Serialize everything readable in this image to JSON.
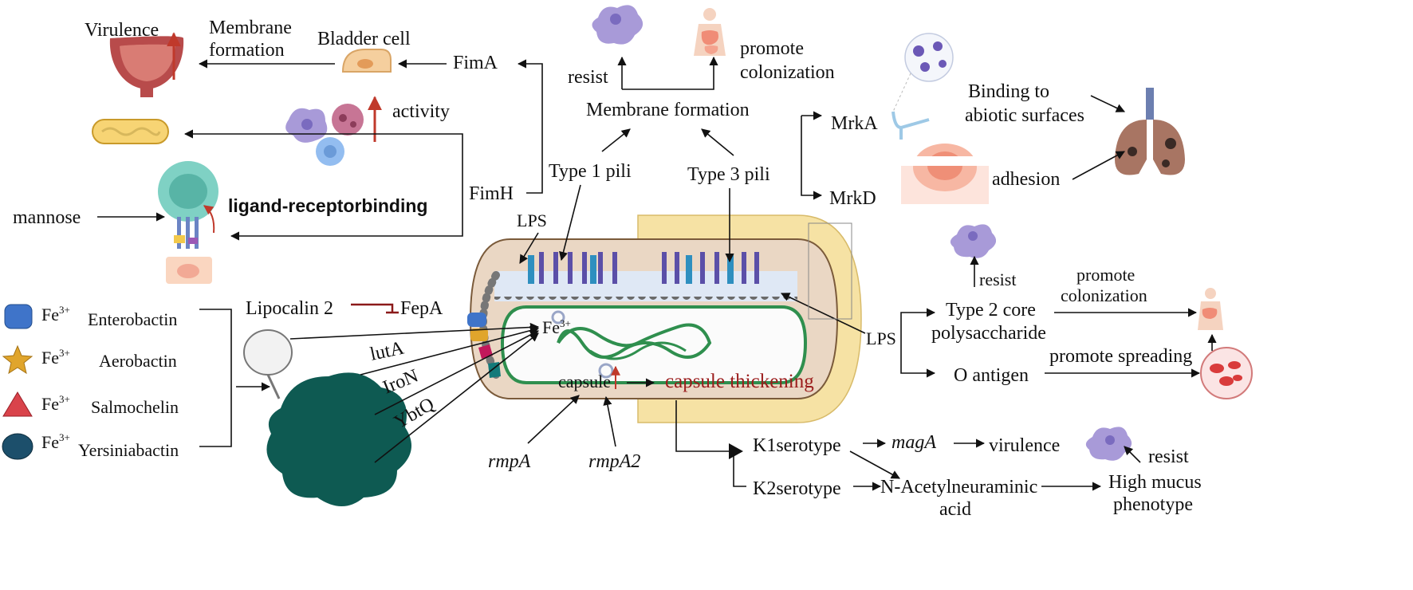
{
  "labels": {
    "virulence_top": "Virulence",
    "membrane_formation_left_1": "Membrane",
    "membrane_formation_left_2": "formation",
    "bladder_cell": "Bladder cell",
    "fimA": "FimA",
    "activity": "activity",
    "fimH": "FimH",
    "mannose": "mannose",
    "ligand_receptor": "ligand-receptorbinding",
    "resist_top": "resist",
    "promote_colonization_top_1": "promote",
    "promote_colonization_top_2": "colonization",
    "membrane_formation_center": "Membrane formation",
    "type1_pili": "Type 1 pili",
    "type3_pili": "Type 3 pili",
    "lps_top": "LPS",
    "mrkA": "MrkA",
    "mrkD": "MrkD",
    "binding_1": "Binding to",
    "binding_2": "abiotic surfaces",
    "adhesion": "adhesion",
    "resist_right": "resist",
    "promote_colonization_right_1": "promote",
    "promote_colonization_right_2": "colonization",
    "type2_core_1": "Type 2 core",
    "type2_core_2": "polysaccharide",
    "lps_right": "LPS",
    "o_antigen": "O antigen",
    "promote_spreading": "promote spreading",
    "lipocalin": "Lipocalin 2",
    "fepA": "FepA",
    "lutA": "lutA",
    "iroN": "IroN",
    "ybtQ": "YbtQ",
    "fe_inner": "Fe",
    "fe_inner_sup": "3+",
    "capsule": "capsule",
    "capsule_thickening": "capsule thickening",
    "rmpA": "rmpA",
    "rmpA2": "rmpA2",
    "k1": "K1serotype",
    "k2": "K2serotype",
    "magA": "magA",
    "virulence_bottom": "virulence",
    "nana_1": "N-Acetylneuraminic",
    "nana_2": "acid",
    "high_mucus_1": "High mucus",
    "high_mucus_2": "phenotype",
    "resist_bottom": "resist"
  },
  "siderophores": [
    {
      "fe": "Fe",
      "sup": "3+",
      "name": "Enterobactin",
      "shape": "rounded-square",
      "color": "#3f74c9"
    },
    {
      "fe": "Fe",
      "sup": "3+",
      "name": "Aerobactin",
      "shape": "star",
      "color": "#e0a52c"
    },
    {
      "fe": "Fe",
      "sup": "3+",
      "name": "Salmochelin",
      "shape": "triangle",
      "color": "#d9434b"
    },
    {
      "fe": "Fe",
      "sup": "3+",
      "name": "Yersiniabactin",
      "shape": "ellipse",
      "color": "#1c4f6b"
    }
  ],
  "colors": {
    "capsule": "#f6e2a4",
    "cell_body": "#ead7c4",
    "membrane": "#2f8f4e",
    "pili": "#5b4fa8",
    "siderophore_cluster": "#0e5a52",
    "arrow_red": "#c0392b"
  }
}
